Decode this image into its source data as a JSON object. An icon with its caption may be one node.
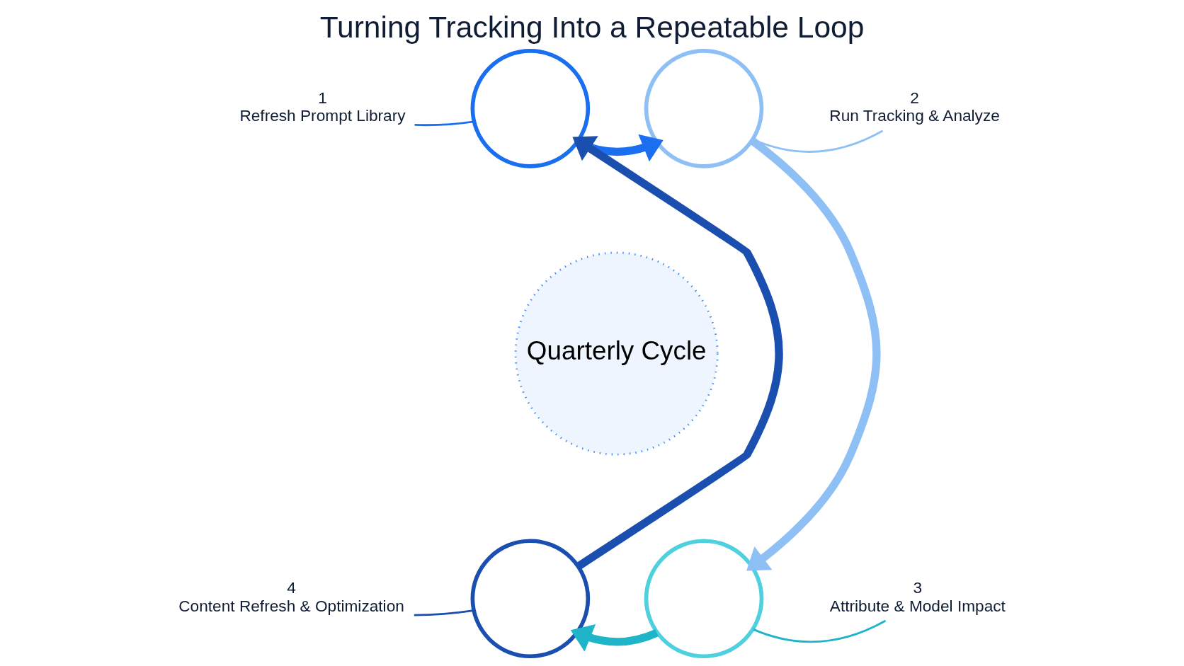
{
  "diagram": {
    "title": "Turning Tracking Into a Repeatable Loop",
    "nodes": [
      {
        "text": [],
        "shape": "circle"
      },
      {
        "text": [],
        "shape": "circle"
      },
      {
        "text": [],
        "shape": "circle"
      },
      {
        "text": [],
        "shape": "circle"
      },
      {
        "text": [
          "1",
          "Refresh Prompt Library"
        ]
      },
      {
        "text": [
          "2",
          "Run Tracking & Analyze"
        ]
      },
      {
        "text": [
          "3",
          "Attribute & Model Impact"
        ]
      },
      {
        "text": [
          "4",
          "Content Refresh & Optimization"
        ]
      },
      {
        "text": [
          "Quarterly Cycle"
        ]
      }
    ],
    "edges": [
      {
        "from": 0,
        "to": 1,
        "arrow": "to",
        "style": "thick",
        "color": "#1a6ff0"
      },
      {
        "from": 1,
        "to": 2,
        "arrow": "to",
        "style": "thick",
        "color": "#8ec0f5"
      },
      {
        "from": 2,
        "to": 3,
        "arrow": "to",
        "style": "thick",
        "color": "#1fb5c9"
      },
      {
        "from": 3,
        "to": 0,
        "arrow": "to",
        "style": "thick",
        "color": "#1a4fb0"
      },
      {
        "from": 4,
        "to": 0,
        "arrow": "none",
        "color": "#1a6ff0"
      },
      {
        "from": 5,
        "to": 1,
        "arrow": "none",
        "color": "#8ec0f5"
      },
      {
        "from": 6,
        "to": 2,
        "arrow": "none",
        "color": "#1fb5c9"
      },
      {
        "from": 7,
        "to": 3,
        "arrow": "none",
        "color": "#1a4fb0"
      }
    ]
  }
}
